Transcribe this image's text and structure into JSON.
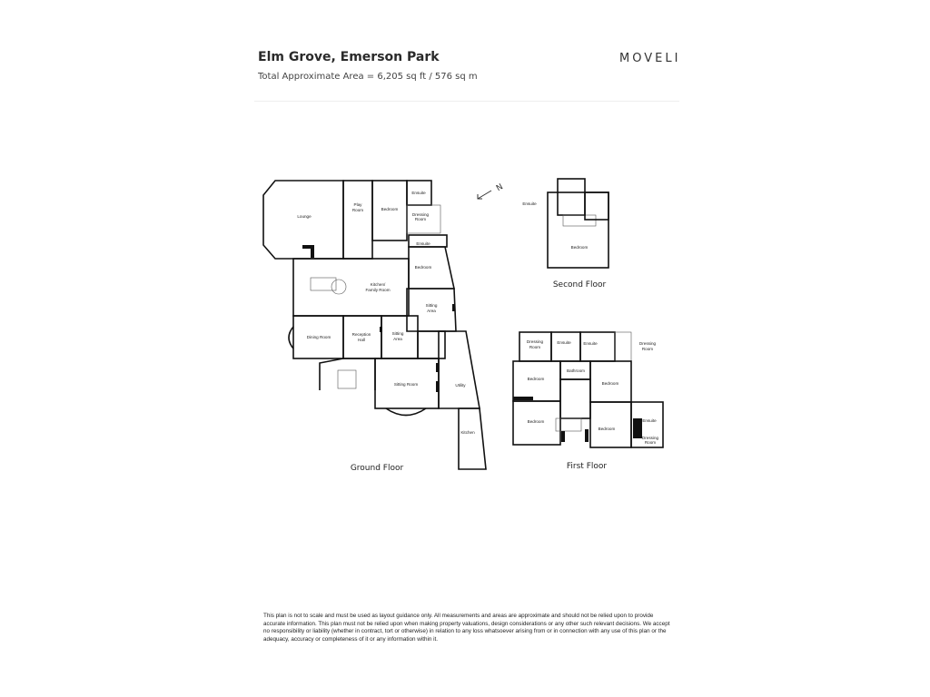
{
  "header": {
    "title": "Elm Grove, Emerson Park",
    "subtitle": "Total Approximate Area = 6,205 sq ft / 576 sq m",
    "logo": "MOVELI"
  },
  "compass": {
    "label": "N",
    "icon": "north-arrow-icon"
  },
  "ground_floor": {
    "label": "Ground Floor",
    "rooms": {
      "lounge": "Lounge",
      "play1": "Play",
      "play2": "Room",
      "bedroom1": "Bedroom",
      "ensuite1": "Ensuite",
      "dressing1a": "Dressing",
      "dressing1b": "Room",
      "ensuite2": "Ensuite",
      "bedroom2": "Bedroom",
      "kitchen1": "Kitchen/",
      "kitchen2": "Family Room",
      "sitting_area1a": "Sitting",
      "sitting_area1b": "Area",
      "dining": "Dining Room",
      "reception1": "Reception",
      "reception2": "Hall",
      "sitting_area2a": "Sitting",
      "sitting_area2b": "Area",
      "sitting_room": "Sitting Room",
      "utility": "Utility",
      "kitchen": "Kitchen"
    }
  },
  "first_floor": {
    "label": "First Floor",
    "rooms": {
      "dressing1a": "Dressing",
      "dressing1b": "Room",
      "ensuite1": "Ensuite",
      "ensuite2": "Ensuite",
      "dressing2a": "Dressing",
      "dressing2b": "Room",
      "bathroom": "Bathroom",
      "bedroom1": "Bedroom",
      "bedroom2": "Bedroom",
      "bedroom3": "Bedroom",
      "bedroom4": "Bedroom",
      "ensuite3": "Ensuite",
      "dressing3a": "Dressing",
      "dressing3b": "Room"
    }
  },
  "second_floor": {
    "label": "Second Floor",
    "rooms": {
      "ensuite": "Ensuite",
      "bedroom": "Bedroom"
    }
  },
  "disclaimer": "This plan is not to scale and must be used as layout guidance only. All measurements and areas are approximate and should not be relied upon to provide accurate information. This plan must not be relied upon when making property valuations, design considerations or any other such relevant decisions. We accept no responsibility or liability (whether in contract, tort or otherwise) in relation to any loss whatsoever arising from or in connection with any use of this plan or the adequacy, accuracy or completeness of it or any information within it."
}
